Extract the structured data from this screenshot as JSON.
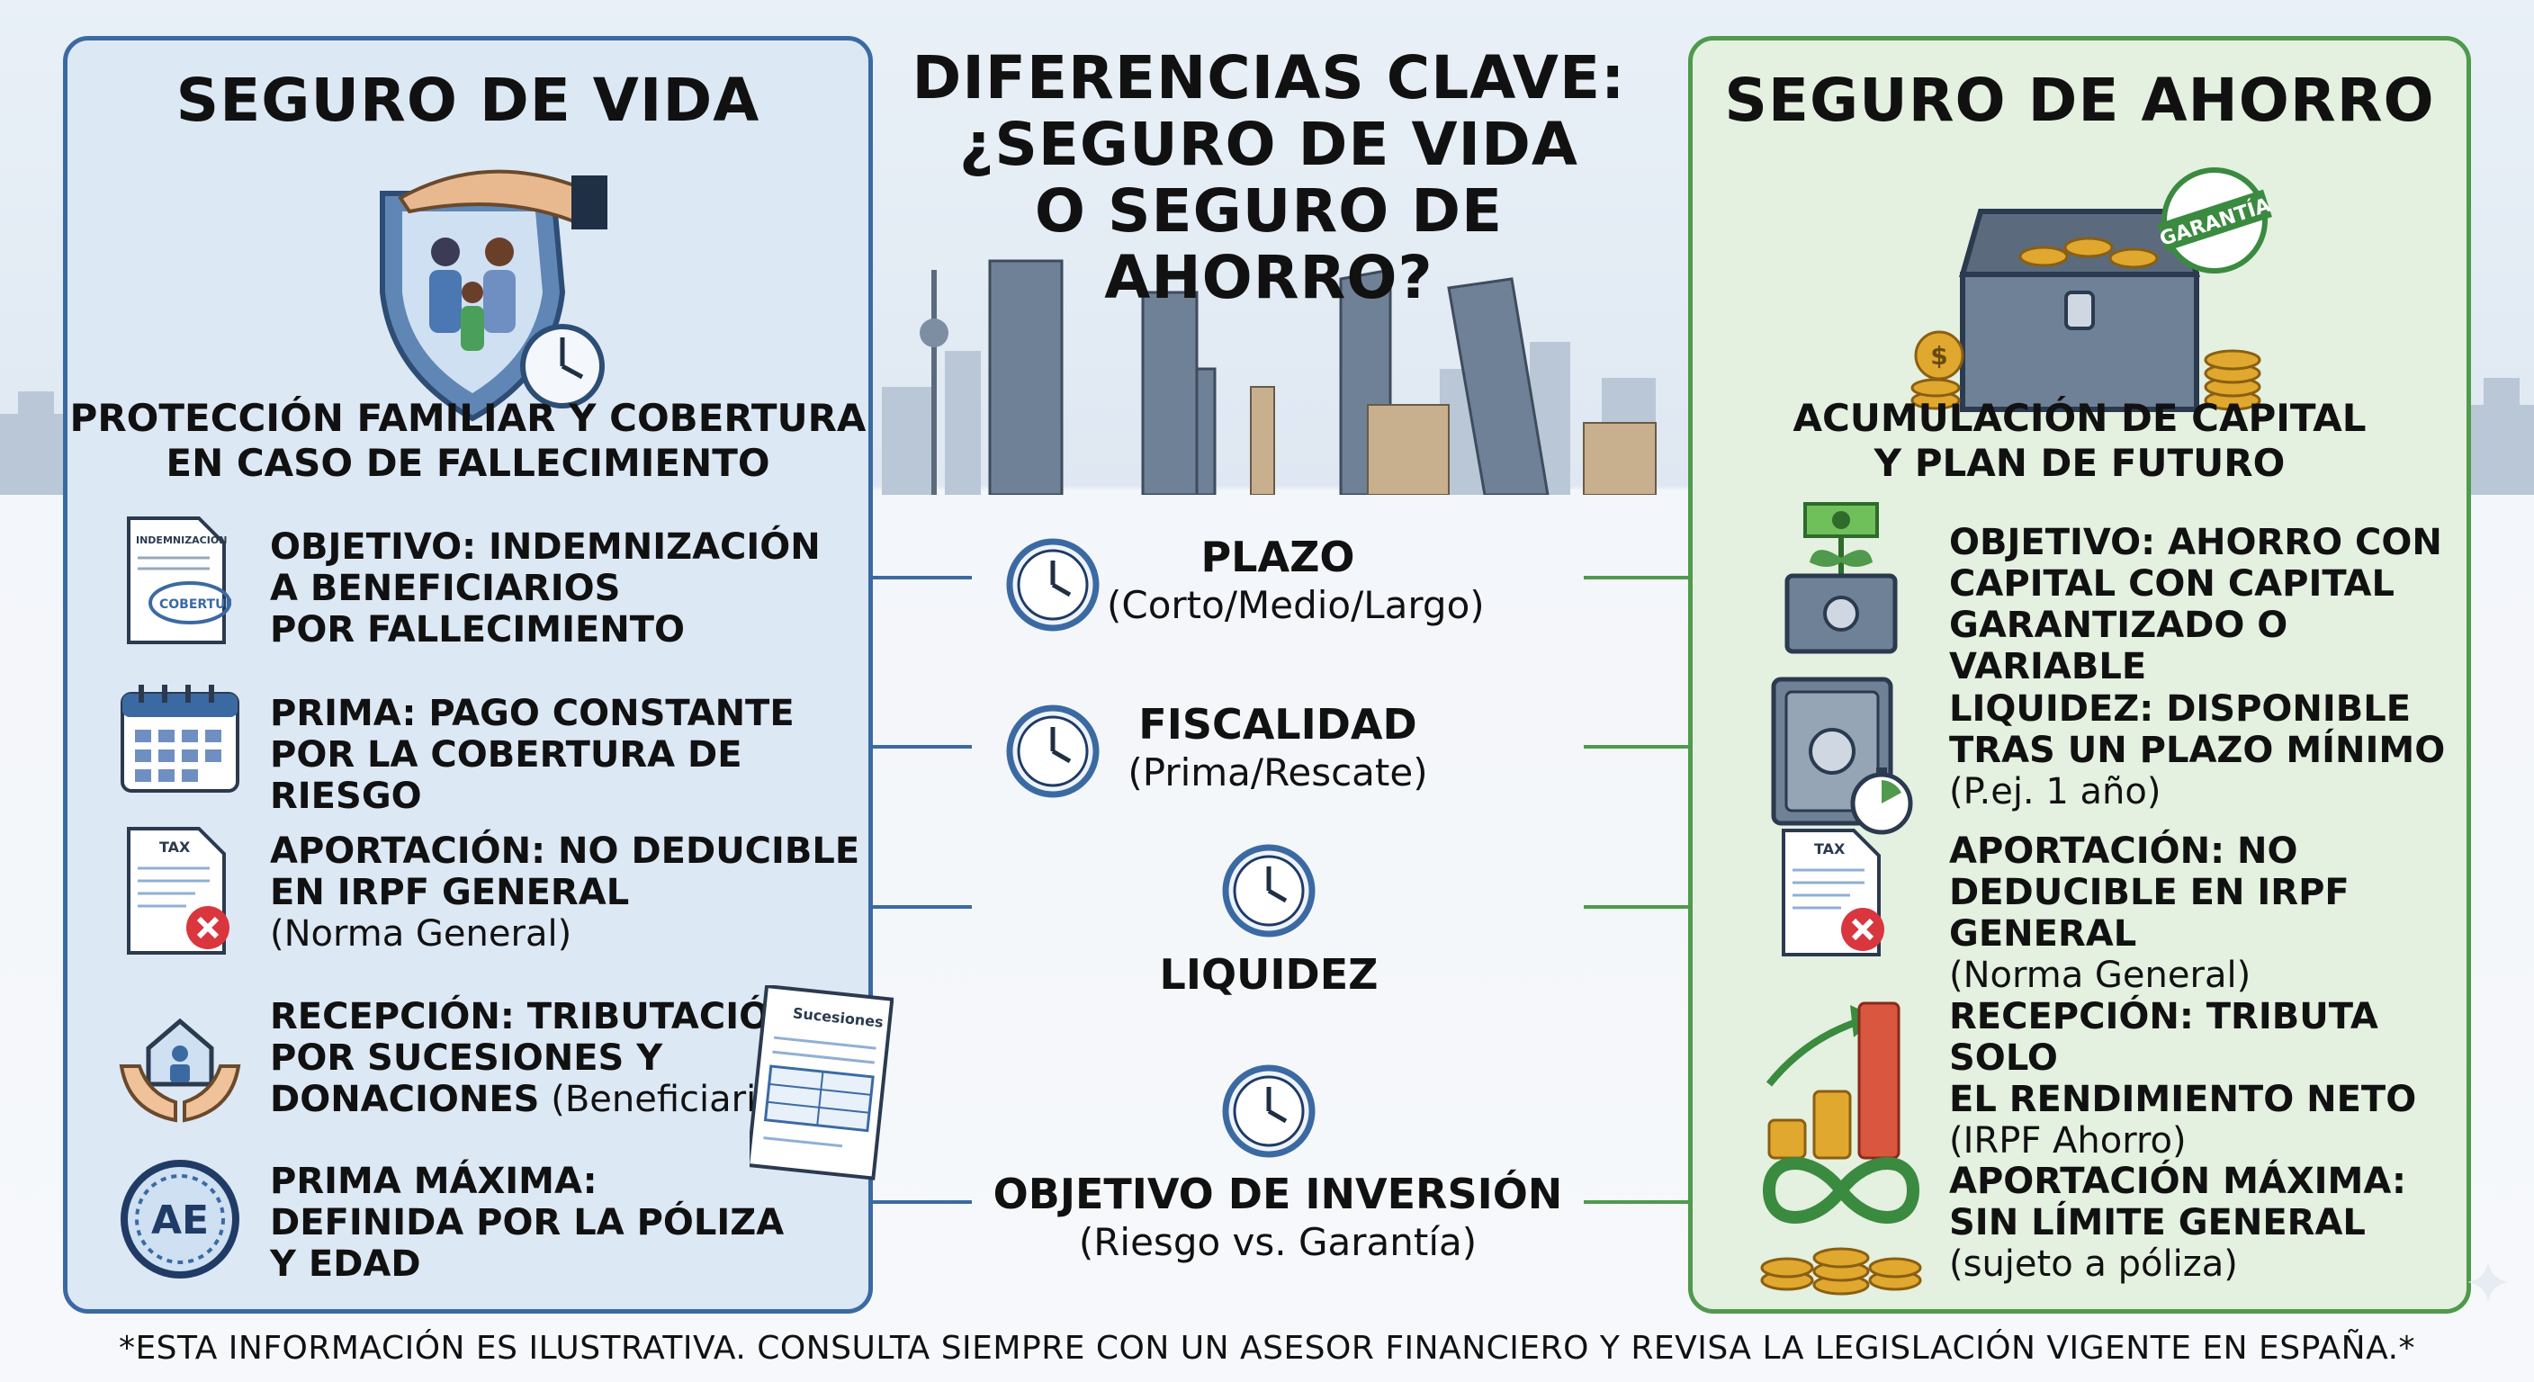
{
  "center": {
    "title_lines": [
      "DIFERENCIAS CLAVE:",
      "¿SEGURO DE VIDA",
      "O SEGURO DE AHORRO?"
    ],
    "rows": [
      {
        "head": "PLAZO",
        "sub": "(Corto/Medio/Largo)"
      },
      {
        "head": "FISCALIDAD",
        "sub": "(Prima/Rescate)"
      },
      {
        "head": "LIQUIDEZ",
        "sub": ""
      },
      {
        "head": "OBJETIVO DE INVERSIÓN",
        "sub": "(Riesgo vs. Garantía)"
      }
    ]
  },
  "left": {
    "title": "SEGURO DE VIDA",
    "subtitle_lines": [
      "PROTECCIÓN FAMILIAR Y COBERTURA",
      "EN CASO DE FALLECIMIENTO"
    ],
    "items": [
      {
        "lines": [
          "OBJETIVO: INDEMNIZACIÓN",
          "A BENEFICIARIOS",
          "POR FALLECIMIENTO"
        ],
        "note": ""
      },
      {
        "lines": [
          "PRIMA: PAGO CONSTANTE",
          "POR LA COBERTURA DE RIESGO"
        ],
        "note": ""
      },
      {
        "lines": [
          "APORTACIÓN: NO DEDUCIBLE",
          "EN IRPF GENERAL"
        ],
        "note": "(Norma General)"
      },
      {
        "lines": [
          "RECEPCIÓN: TRIBUTACIÓN",
          "POR SUCESIONES Y"
        ],
        "last_bold": "DONACIONES",
        "last_note": " (Beneficiario)"
      },
      {
        "lines": [
          "PRIMA MÁXIMA:",
          "DEFINIDA POR LA PÓLIZA",
          "Y EDAD"
        ],
        "note": ""
      }
    ],
    "icon_labels": {
      "doc_header": "INDEMNIZACIÓN",
      "stamp": "COBERTURA",
      "tax": "TAX",
      "sucesiones": "Sucesiones",
      "ae": "AE"
    }
  },
  "right": {
    "title": "SEGURO DE AHORRO",
    "subtitle_lines": [
      "ACUMULACIÓN DE CAPITAL",
      "Y PLAN DE FUTURO"
    ],
    "items": [
      {
        "lines": [
          "OBJETIVO: AHORRO CON",
          "CAPITAL CON CAPITAL",
          "GARANTIZADO O VARIABLE"
        ],
        "note": ""
      },
      {
        "lines": [
          "LIQUIDEZ: DISPONIBLE",
          "TRAS UN PLAZO MÍNIMO"
        ],
        "note": "(P.ej. 1 año)"
      },
      {
        "lines": [
          "APORTACIÓN: NO",
          "DEDUCIBLE EN IRPF GENERAL"
        ],
        "note": "(Norma General)"
      },
      {
        "lines": [
          "RECEPCIÓN: TRIBUTA SOLO",
          "EL RENDIMIENTO NETO"
        ],
        "note": "(IRPF Ahorro)"
      },
      {
        "lines": [
          "APORTACIÓN MÁXIMA:",
          "SIN LÍMITE GENERAL"
        ],
        "note": "(sujeto a póliza)"
      }
    ],
    "icon_labels": {
      "badge": "GARANTÍA",
      "tax": "TAX",
      "dollar": "$"
    }
  },
  "footer": "*ESTA INFORMACIÓN ES ILUSTRATIVA. CONSULTA SIEMPRE CON UN ASESOR FINANCIERO Y REVISA LA LEGISLACIÓN VIGENTE EN ESPAÑA.*",
  "colors": {
    "blue": "#3b6aa3",
    "green": "#4f9a4c",
    "left_bg": "#dde8f5",
    "right_bg": "#e4f0e0"
  }
}
